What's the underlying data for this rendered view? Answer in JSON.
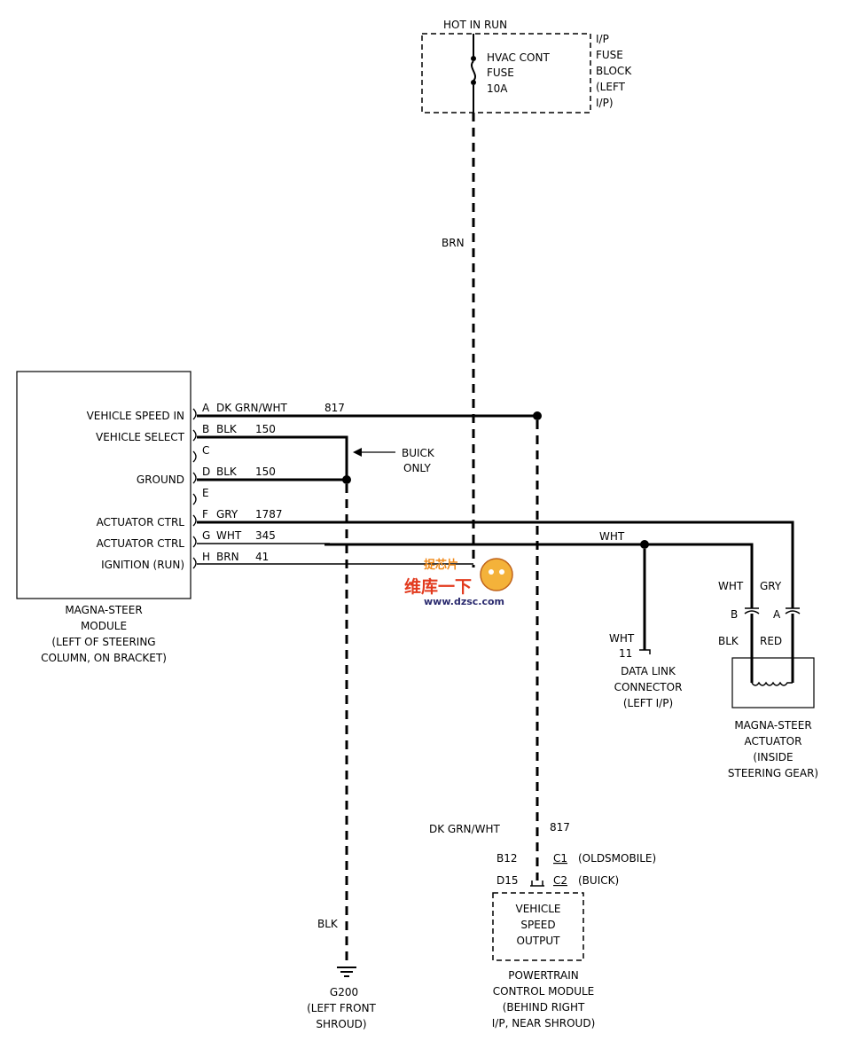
{
  "fuse_block": {
    "header": "HOT IN RUN",
    "fuse_lines": [
      "HVAC CONT",
      "FUSE",
      "10A"
    ],
    "block_lines": [
      "I/P",
      "FUSE",
      "BLOCK",
      "(LEFT",
      "I/P)"
    ]
  },
  "brn_wire_label": "BRN",
  "module": {
    "caption_lines": [
      "MAGNA-STEER",
      "MODULE",
      "(LEFT OF STEERING",
      "COLUMN, ON BRACKET)"
    ],
    "pins": [
      {
        "name": "VEHICLE SPEED IN",
        "pin": "A",
        "color": "DK GRN/WHT",
        "circuit": "817"
      },
      {
        "name": "VEHICLE SELECT",
        "pin": "B",
        "color": "BLK",
        "circuit": "150"
      },
      {
        "name": "",
        "pin": "C",
        "color": "",
        "circuit": ""
      },
      {
        "name": "GROUND",
        "pin": "D",
        "color": "BLK",
        "circuit": "150"
      },
      {
        "name": "",
        "pin": "E",
        "color": "",
        "circuit": ""
      },
      {
        "name": "ACTUATOR CTRL",
        "pin": "F",
        "color": "GRY",
        "circuit": "1787"
      },
      {
        "name": "ACTUATOR CTRL",
        "pin": "G",
        "color": "WHT",
        "circuit": "345"
      },
      {
        "name": "IGNITION (RUN)",
        "pin": "H",
        "color": "BRN",
        "circuit": "41"
      }
    ]
  },
  "buick_only_lines": [
    "BUICK",
    "ONLY"
  ],
  "wht_splice_label": "WHT",
  "dlc": {
    "wire_color": "WHT",
    "pin": "11",
    "caption_lines": [
      "DATA LINK",
      "CONNECTOR",
      "(LEFT I/P)"
    ]
  },
  "actuator": {
    "top_colors": [
      "WHT",
      "GRY"
    ],
    "pins": [
      "B",
      "A"
    ],
    "bottom_colors": [
      "BLK",
      "RED"
    ],
    "caption_lines": [
      "MAGNA-STEER",
      "ACTUATOR",
      "(INSIDE",
      "STEERING GEAR)"
    ]
  },
  "pcm": {
    "wire_color": "DK GRN/WHT",
    "circuit": "817",
    "connectors": [
      {
        "pin": "B12",
        "conn": "C1",
        "note": "(OLDSMOBILE)"
      },
      {
        "pin": "D15",
        "conn": "C2",
        "note": "(BUICK)"
      }
    ],
    "box_lines": [
      "VEHICLE",
      "SPEED",
      "OUTPUT"
    ],
    "caption_lines": [
      "POWERTRAIN",
      "CONTROL MODULE",
      "(BEHIND RIGHT",
      "I/P, NEAR SHROUD)"
    ]
  },
  "ground": {
    "wire_color": "BLK",
    "caption_lines": [
      "G200",
      "(LEFT FRONT",
      "SHROUD)"
    ]
  },
  "watermark": {
    "top": "捉芯片",
    "middle": "维库一下",
    "url": "www.dzsc.com"
  }
}
